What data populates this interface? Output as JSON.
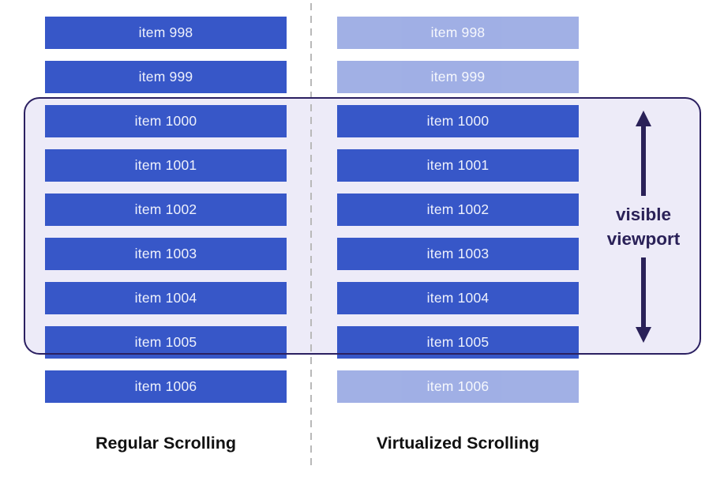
{
  "columns": {
    "left": {
      "title": "Regular Scrolling",
      "items": [
        {
          "label": "item 998",
          "state": "rendered"
        },
        {
          "label": "item 999",
          "state": "rendered"
        },
        {
          "label": "item 1000",
          "state": "rendered"
        },
        {
          "label": "item 1001",
          "state": "rendered"
        },
        {
          "label": "item 1002",
          "state": "rendered"
        },
        {
          "label": "item 1003",
          "state": "rendered"
        },
        {
          "label": "item 1004",
          "state": "rendered"
        },
        {
          "label": "item 1005",
          "state": "rendered"
        },
        {
          "label": "item 1006",
          "state": "rendered"
        }
      ]
    },
    "right": {
      "title": "Virtualized Scrolling",
      "items": [
        {
          "label": "item 998",
          "state": "not-rendered"
        },
        {
          "label": "item 999",
          "state": "not-rendered"
        },
        {
          "label": "item 1000",
          "state": "rendered"
        },
        {
          "label": "item 1001",
          "state": "rendered"
        },
        {
          "label": "item 1002",
          "state": "rendered"
        },
        {
          "label": "item 1003",
          "state": "rendered"
        },
        {
          "label": "item 1004",
          "state": "rendered"
        },
        {
          "label": "item 1005",
          "state": "rendered"
        },
        {
          "label": "item 1006",
          "state": "not-rendered"
        }
      ]
    }
  },
  "viewport": {
    "label_line1": "visible",
    "label_line2": "viewport"
  },
  "colors": {
    "bar_blue": "#3757c8",
    "bar_text": "#eef1fc",
    "viewport_fill": "#edebf8",
    "viewport_border": "#2b2061",
    "annotation_ink": "#2a2158",
    "divider_gray": "#b9b9b9",
    "title_ink": "#111111"
  }
}
